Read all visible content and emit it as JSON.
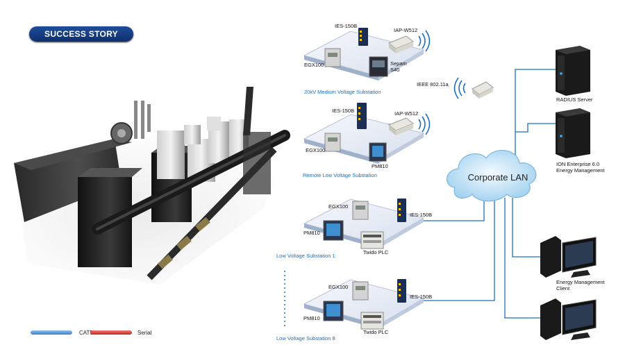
{
  "badge": {
    "title": "SUCCESS STORY"
  },
  "substations": [
    {
      "name": "20kV Medium Voltage Substation",
      "labels": {
        "switch": "IES-150B",
        "ap": "IAP-W512",
        "gateway": "EGX100",
        "relay": "Sepam\nS40"
      }
    },
    {
      "name": "Remote Low Voltage Substation",
      "labels": {
        "switch": "IES-150B",
        "ap": "IAP-W512",
        "gateway": "EGX100",
        "meter": "PM810"
      }
    },
    {
      "name": "Low Voltage Substation 1",
      "labels": {
        "gateway": "EGX100",
        "switch": "IES-150B",
        "meter": "PM810",
        "plc": "Twido PLC"
      }
    },
    {
      "name": "Low Voltage Substation 8",
      "labels": {
        "gateway": "EGX100",
        "switch": "IES-150B",
        "meter": "PM810",
        "plc": "Twido PLC"
      }
    }
  ],
  "wireless": {
    "label": "IEEE 802.11a"
  },
  "cloud": {
    "label": "Corporate LAN"
  },
  "servers": [
    {
      "label": "RADIUS Server"
    },
    {
      "label": "ION Enterprise 6.0\nEnergy Management"
    }
  ],
  "clients": [
    {
      "label": "Energy Management\nClient"
    }
  ],
  "legend": [
    {
      "label": "CAT5e",
      "color": "#4a90d9"
    },
    {
      "label": "Serial",
      "color": "#d9312b"
    }
  ],
  "colors": {
    "cat5e": "#1a6fc4",
    "serial": "#d9312b",
    "accent": "#1f4d9a"
  }
}
